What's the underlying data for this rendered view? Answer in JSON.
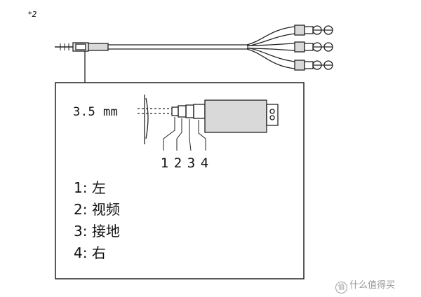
{
  "note_mark": "*2",
  "plug_size": "3.5 mm",
  "pin_numbers": [
    "1",
    "2",
    "3",
    "4"
  ],
  "legend": [
    {
      "number": "1:",
      "label": "左"
    },
    {
      "number": "2:",
      "label": "视频"
    },
    {
      "number": "3:",
      "label": "接地"
    },
    {
      "number": "4:",
      "label": "右"
    }
  ],
  "watermark": "什么值得买",
  "colors": {
    "line": "#222222",
    "connector_fill": "#d9d9d9",
    "watermark": "#9a9a9a"
  }
}
